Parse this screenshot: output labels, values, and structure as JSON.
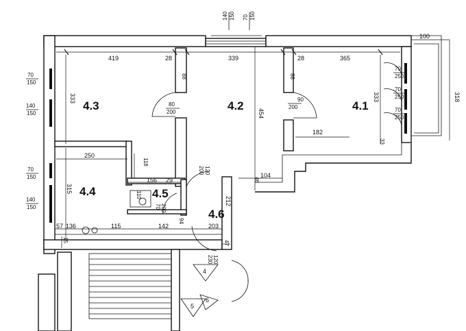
{
  "rooms": [
    "4.3",
    "4.2",
    "4.1",
    "4.4",
    "4.5",
    "4.6"
  ],
  "dimensions": {
    "d419": "419",
    "d28a": "28",
    "d88a": "88",
    "d339": "339",
    "d28b": "28",
    "d88b": "88",
    "d365": "365",
    "d100": "100",
    "d318": "318",
    "d333a": "333",
    "d333b": "333",
    "d454": "454",
    "d182": "182",
    "d250": "250",
    "d118": "118",
    "d156": "156",
    "d29": "29",
    "d315": "315",
    "d104": "104",
    "d46": "46",
    "d212": "212",
    "d57": "57",
    "d136": "136",
    "d115": "115",
    "d142": "142",
    "d203": "203",
    "d94": "94",
    "d15": "15",
    "d47": "47",
    "d33": "33",
    "d110": "110"
  },
  "openings": {
    "top1_w": "140",
    "top1_h": "150",
    "top2_w": "70",
    "top2_h": "150",
    "left1_w": "70",
    "left1_h": "150",
    "left2_w": "140",
    "left2_h": "150",
    "left3_w": "70",
    "left3_h": "150",
    "left4_w": "140",
    "left4_h": "150",
    "right1_w": "70",
    "right1_h": "250",
    "right2_w": "70",
    "right2_h": "250",
    "right3_w": "70",
    "right3_h": "250",
    "door1_w": "80",
    "door1_h": "200",
    "door2_w": "90",
    "door2_h": "200",
    "door3_w": "120",
    "door3_h": "200",
    "door4_w": "70",
    "door4_h": "200",
    "door5_w": "120",
    "door5_h": "230"
  },
  "markers": [
    "4",
    "5",
    "6"
  ]
}
